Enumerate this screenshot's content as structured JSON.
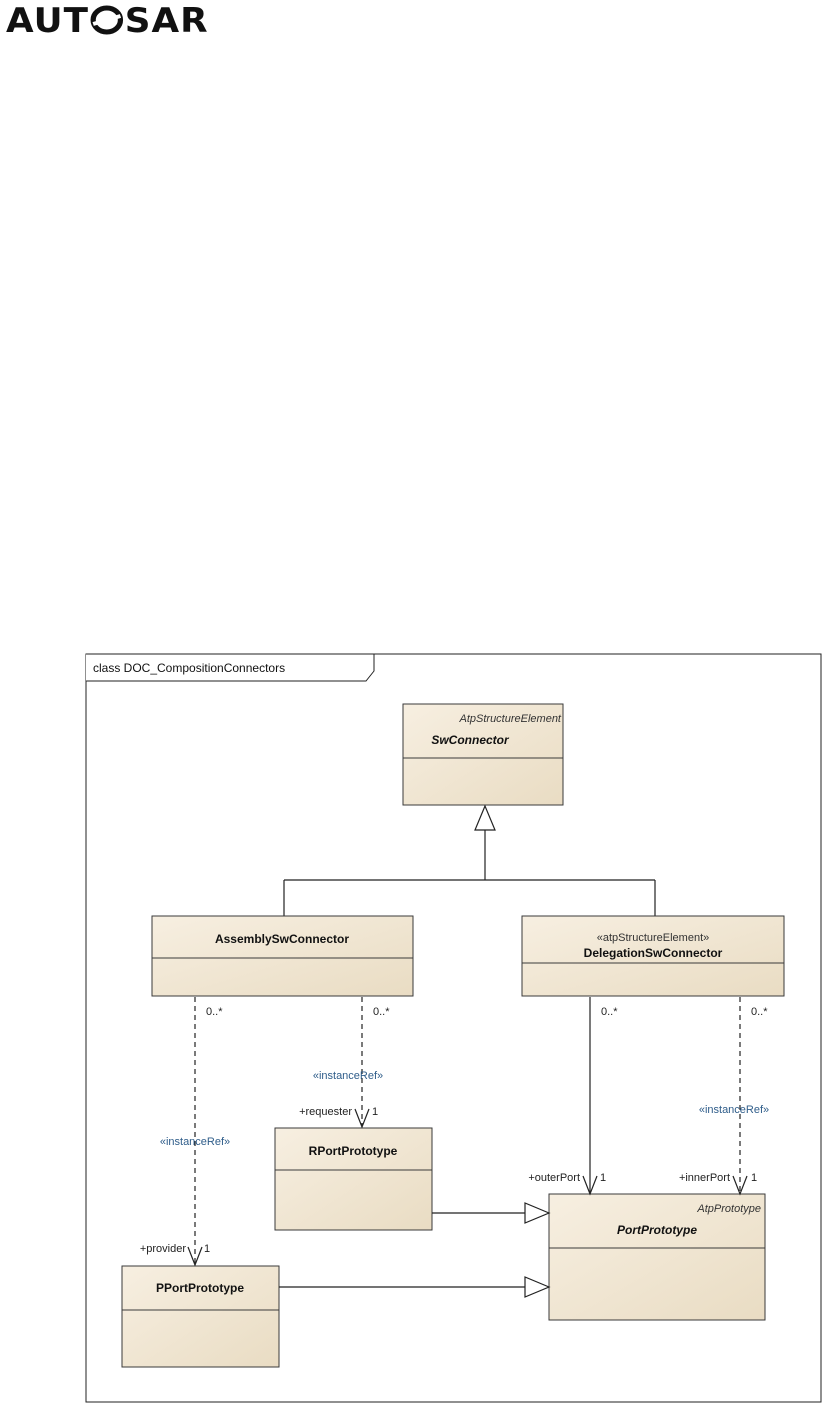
{
  "logo": {
    "text_before": "AUT",
    "text_after": "SAR"
  },
  "frame": {
    "title": "class DOC_CompositionConnectors"
  },
  "classes": {
    "sw_connector": {
      "stereotype": "AtpStructureElement",
      "name": "SwConnector"
    },
    "assembly": {
      "name": "AssemblySwConnector"
    },
    "delegation": {
      "stereotype": "«atpStructureElement»",
      "name": "DelegationSwConnector"
    },
    "rport": {
      "name": "RPortPrototype"
    },
    "pport": {
      "name": "PPortPrototype"
    },
    "port_prototype": {
      "stereotype": "AtpPrototype",
      "name": "PortPrototype"
    }
  },
  "associations": {
    "assembly_provider": {
      "source_mult": "0..*",
      "stereotype": "«instanceRef»",
      "role": "+provider",
      "target_mult": "1"
    },
    "assembly_requester": {
      "source_mult": "0..*",
      "stereotype": "«instanceRef»",
      "role": "+requester",
      "target_mult": "1"
    },
    "delegation_outer": {
      "source_mult": "0..*",
      "role": "+outerPort",
      "target_mult": "1"
    },
    "delegation_inner": {
      "source_mult": "0..*",
      "stereotype": "«instanceRef»",
      "role": "+innerPort",
      "target_mult": "1"
    }
  },
  "colors": {
    "class_fill": "#f3e8d4",
    "class_stroke": "#3a3a3a",
    "stereotype_text": "#2f5d8a"
  }
}
